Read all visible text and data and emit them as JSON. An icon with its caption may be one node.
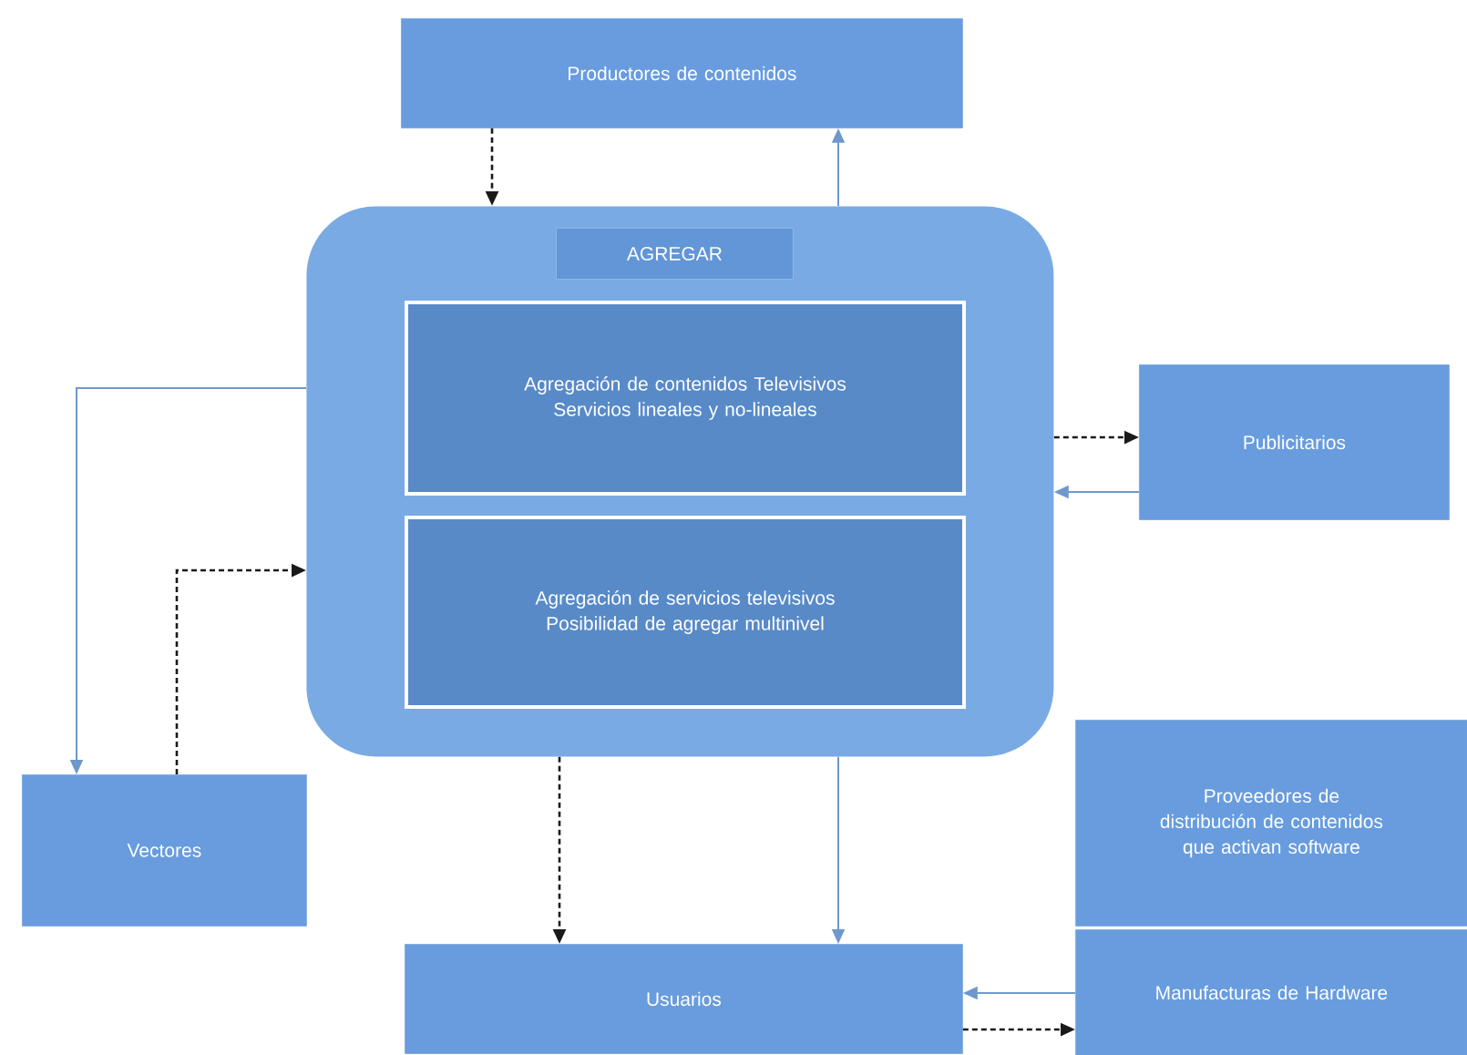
{
  "diagram": {
    "nodes": [
      {
        "text": [
          "Productores de contenidos"
        ]
      },
      {
        "text": [],
        "shape": "box"
      },
      {
        "text": [
          "AGREGAR"
        ],
        "in": 1
      },
      {
        "text": [
          "Agregación de contenidos Televisivos Servicios lineales y no-lineales"
        ],
        "in": 1
      },
      {
        "text": [
          "Agregación de servicios televisivos Posibilidad de agregar multinivel"
        ],
        "in": 1
      },
      {
        "text": [
          "Publicitarios"
        ]
      },
      {
        "text": [
          "Vectores"
        ]
      },
      {
        "text": [
          "Proveedores de distribución de contenidos que activan software"
        ]
      },
      {
        "text": [
          "Usuarios"
        ]
      },
      {
        "text": [
          "Manufacturas de Hardware"
        ]
      }
    ],
    "edges": [
      {
        "from": 0,
        "to": 1,
        "arrow": "to",
        "style": "dashed",
        "color": "#1a1a1a"
      },
      {
        "from": 1,
        "to": 0,
        "arrow": "to",
        "color": "#6e98cd"
      },
      {
        "from": 1,
        "to": 5,
        "arrow": "to",
        "style": "dashed",
        "color": "#1a1a1a"
      },
      {
        "from": 5,
        "to": 1,
        "arrow": "to",
        "color": "#6e98cd"
      },
      {
        "from": 1,
        "to": 6,
        "arrow": "to",
        "color": "#6e98cd"
      },
      {
        "from": 6,
        "to": 1,
        "arrow": "to",
        "style": "dashed",
        "color": "#1a1a1a"
      },
      {
        "from": 1,
        "to": 8,
        "arrow": "to",
        "style": "dashed",
        "color": "#1a1a1a"
      },
      {
        "from": 1,
        "to": 8,
        "arrow": "to",
        "color": "#6e98cd"
      },
      {
        "from": 9,
        "to": 8,
        "arrow": "to",
        "color": "#6e98cd"
      },
      {
        "from": 8,
        "to": 9,
        "arrow": "to",
        "style": "dashed",
        "color": "#1a1a1a"
      }
    ]
  }
}
